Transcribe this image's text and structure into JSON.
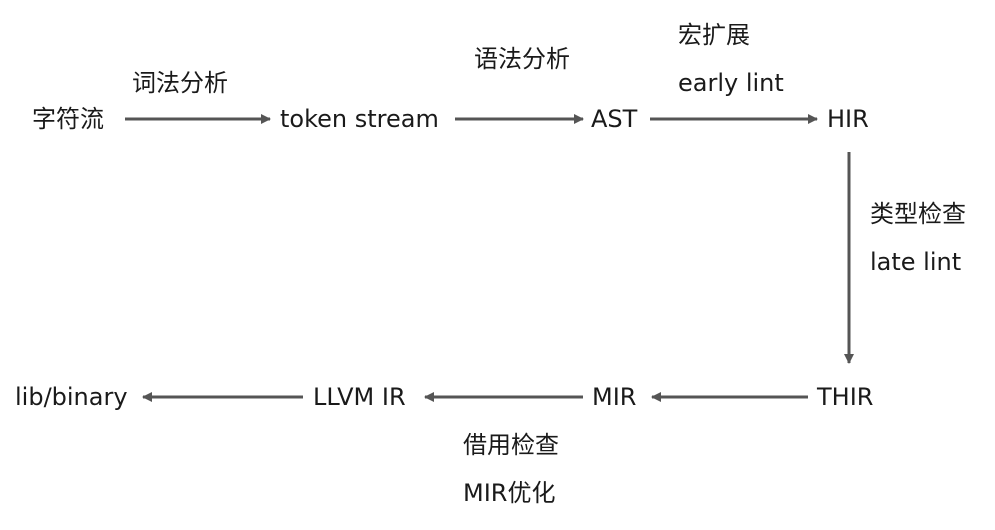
{
  "nodes": {
    "char_stream": "字符流",
    "token_stream": "token stream",
    "ast": "AST",
    "hir": "HIR",
    "thir": "THIR",
    "mir": "MIR",
    "llvm_ir": "LLVM IR",
    "lib_binary": "lib/binary"
  },
  "edges": {
    "lexing": "词法分析",
    "parsing": "语法分析",
    "macro_expansion": "宏扩展",
    "early_lint": "early lint",
    "type_check": "类型检查",
    "late_lint": "late lint",
    "borrow_check": "借用检查",
    "mir_opt": "MIR优化"
  },
  "colors": {
    "arrow": "#555555",
    "text": "#1a1a1a",
    "background": "#ffffff"
  }
}
